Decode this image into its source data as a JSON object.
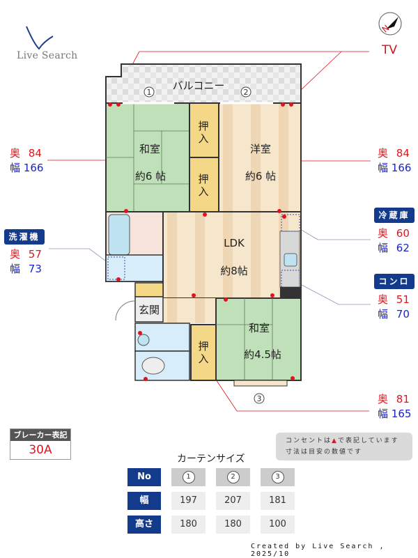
{
  "brand": {
    "logo_text": "Live Search",
    "logo_color": "#1d3f8f"
  },
  "compass": {
    "label": "N"
  },
  "tv": {
    "label": "TV"
  },
  "floorplan": {
    "balcony": {
      "label": "バルコニー"
    },
    "rooms": [
      {
        "id": "washitsu-1",
        "name": "和室",
        "size": "約6 帖"
      },
      {
        "id": "yoshitsu",
        "name": "洋室",
        "size": "約6 帖"
      },
      {
        "id": "ldk",
        "name": "LDK",
        "size": "約8帖"
      },
      {
        "id": "washitsu-2",
        "name": "和室",
        "size": "約4.5帖"
      }
    ],
    "closets": [
      "押入",
      "押入",
      "押入"
    ],
    "entrance": "玄関",
    "windows": [
      "①",
      "②",
      "③"
    ]
  },
  "dimensions": {
    "depth_key": "奥",
    "width_key": "幅",
    "left_window": {
      "depth": "84",
      "width": "166"
    },
    "right_window": {
      "depth": "84",
      "width": "166"
    },
    "washer": {
      "label": "洗濯機",
      "depth": "57",
      "width": "73"
    },
    "fridge": {
      "label": "冷蔵庫",
      "depth": "60",
      "width": "62"
    },
    "stove": {
      "label": "コンロ",
      "depth": "51",
      "width": "70"
    },
    "bottom_window": {
      "depth": "81",
      "width": "165"
    }
  },
  "breaker": {
    "header": "ブレーカー表記",
    "value": "30A"
  },
  "note": {
    "line1_a": "コンセントは",
    "line1_b": "で表記しています",
    "line2": "寸法は目安の数値です"
  },
  "curtain": {
    "title": "カーテンサイズ",
    "headers": [
      "No",
      "幅",
      "高さ"
    ],
    "columns": [
      {
        "no": "1",
        "width": "197",
        "height": "180"
      },
      {
        "no": "2",
        "width": "207",
        "height": "180"
      },
      {
        "no": "3",
        "width": "181",
        "height": "100"
      }
    ]
  },
  "footer": {
    "text": "Created by Live Search , 2025/10"
  },
  "colors": {
    "red": "#e0141e",
    "blue": "#1a22c8",
    "navy": "#133a8b",
    "tatami": "#bfe0b8",
    "wood": "#f3dfc0"
  }
}
